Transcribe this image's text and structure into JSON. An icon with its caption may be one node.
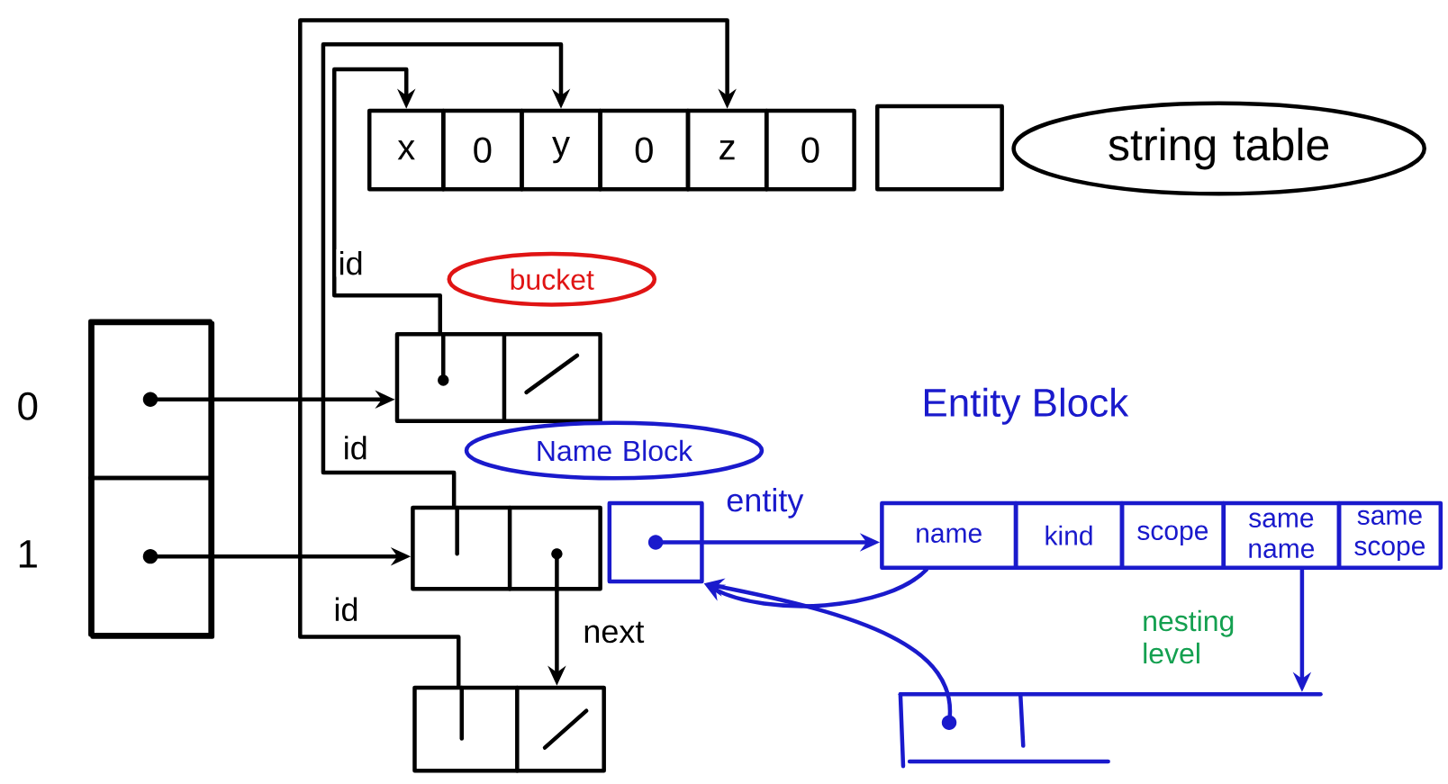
{
  "diagram": {
    "nodes": [
      {
        "text": [
          "x"
        ]
      },
      {
        "text": [
          "0"
        ]
      },
      {
        "text": [
          "y"
        ]
      },
      {
        "text": [
          "0"
        ]
      },
      {
        "text": [
          "z"
        ]
      },
      {
        "text": [
          "0"
        ]
      },
      {
        "text": [],
        "shape": "box"
      },
      {
        "text": [
          "string table"
        ]
      },
      {
        "text": [
          "bucket"
        ]
      },
      {
        "text": [],
        "shape": "box"
      },
      {
        "text": [],
        "shape": "box"
      },
      {
        "text": [],
        "shape": "box",
        "in": 10,
        "beside": [
          "0"
        ]
      },
      {
        "text": [],
        "shape": "box",
        "in": 10,
        "beside": [
          "1"
        ]
      },
      {
        "text": [
          "Name Block"
        ]
      },
      {
        "text": [],
        "shape": "box"
      },
      {
        "text": [],
        "shape": "box"
      },
      {
        "text": [
          "name"
        ]
      },
      {
        "text": [
          "kind"
        ]
      },
      {
        "text": [
          "scope"
        ]
      },
      {
        "text": [
          "same name"
        ]
      },
      {
        "text": [
          "same scope"
        ]
      },
      {
        "text": [],
        "shape": "box"
      },
      {
        "text": [],
        "shape": "box"
      }
    ],
    "edges": [
      {
        "from": 11,
        "to": 9,
        "arrow": "to"
      },
      {
        "from": 12,
        "to": 14,
        "arrow": "to"
      },
      {
        "from": 9,
        "to": 0,
        "arrow": "to",
        "label": "id"
      },
      {
        "from": 14,
        "to": 2,
        "arrow": "to",
        "label": "id"
      },
      {
        "from": 21,
        "to": 4,
        "arrow": "to",
        "label": "id"
      },
      {
        "from": 14,
        "to": 21,
        "arrow": "to",
        "label": "next"
      },
      {
        "from": 15,
        "to": 16,
        "arrow": "to",
        "label": "entity",
        "color": "#1a1acc"
      },
      {
        "from": 16,
        "to": 15,
        "arrow": "to",
        "color": "#1a1acc"
      },
      {
        "from": 22,
        "to": 15,
        "arrow": "to",
        "color": "#1a1acc"
      },
      {
        "from": 19,
        "to": 22,
        "arrow": "to",
        "label": "nesting level",
        "color": "#1a1acc"
      }
    ],
    "labels": [
      "Entity Block"
    ]
  }
}
